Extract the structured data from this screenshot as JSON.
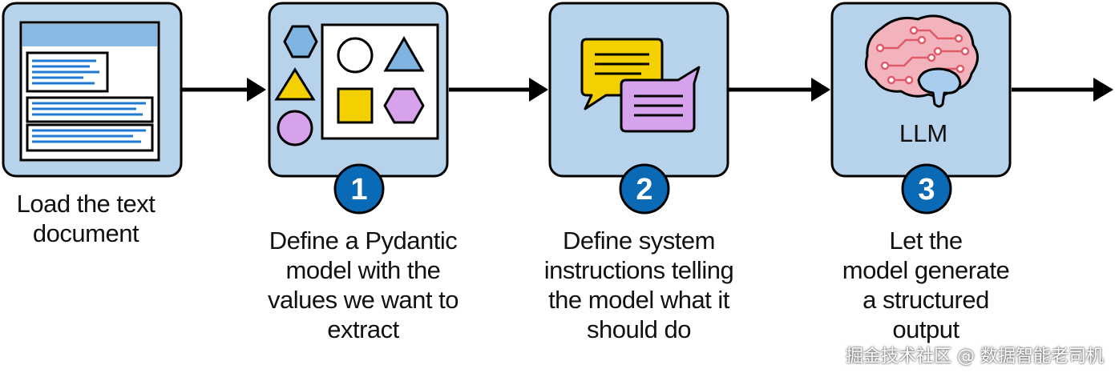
{
  "steps": [
    {
      "caption_lines": [
        "Load the text",
        "document"
      ],
      "badge": ""
    },
    {
      "caption_lines": [
        "Define a Pydantic",
        "model with the",
        "values we want to",
        "extract"
      ],
      "badge": "1"
    },
    {
      "caption_lines": [
        "Define system",
        "instructions telling",
        "the model what it",
        "should do"
      ],
      "badge": "2"
    },
    {
      "caption_lines": [
        "Let the",
        "model generate",
        "a structured",
        "output"
      ],
      "badge": "3",
      "box_label": "LLM"
    }
  ],
  "watermark": "掘金技术社区 @ 数据智能老司机",
  "colors": {
    "box_fill": "#b7d3ec",
    "badge_fill": "#0a6ab5",
    "doc_header": "#8ab9e3",
    "doc_lines": "#1f78d1",
    "hexagon_blue": "#7fb3e0",
    "triangle_yellow": "#f5d000",
    "circle_purple": "#d7a2ec",
    "square_yellow": "#f5d000",
    "triangle_blue": "#7fb3e0",
    "hexagon_purple": "#d7a2ec",
    "bubble_yellow": "#f5d000",
    "bubble_purple": "#d7a2ec",
    "brain_pink": "#f3b3bd",
    "brain_red": "#e05a6a",
    "brain_blue": "#a8cdee"
  }
}
